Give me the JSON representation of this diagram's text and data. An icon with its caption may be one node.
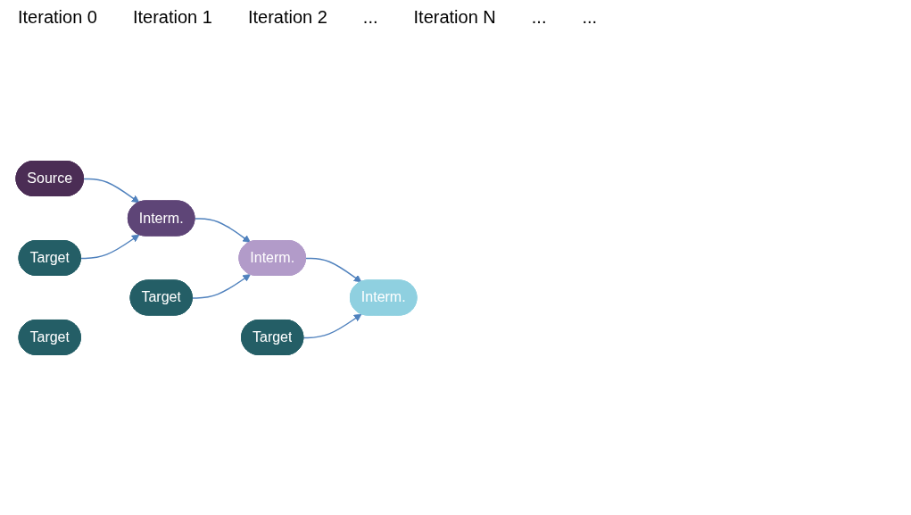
{
  "diagram": {
    "nodes": [
      {
        "text": [
          "Source"
        ]
      },
      {
        "text": [
          "Interm."
        ]
      },
      {
        "text": [
          "Interm."
        ]
      },
      {
        "text": [
          "Interm."
        ]
      },
      {
        "text": [
          "Target"
        ]
      },
      {
        "text": [
          "Target"
        ]
      },
      {
        "text": [
          "Target"
        ]
      },
      {
        "text": [
          "Target"
        ]
      }
    ],
    "edges": [
      {
        "from": 0,
        "to": 1,
        "arrow": "to"
      },
      {
        "from": 4,
        "to": 1,
        "arrow": "to"
      },
      {
        "from": 1,
        "to": 2,
        "arrow": "to"
      },
      {
        "from": 5,
        "to": 2,
        "arrow": "to"
      },
      {
        "from": 2,
        "to": 3,
        "arrow": "to"
      },
      {
        "from": 6,
        "to": 3,
        "arrow": "to"
      }
    ],
    "labels": [
      "Iteration 0",
      "Iteration 1",
      "Iteration 2",
      "...",
      "Iteration N",
      "...",
      "..."
    ]
  }
}
